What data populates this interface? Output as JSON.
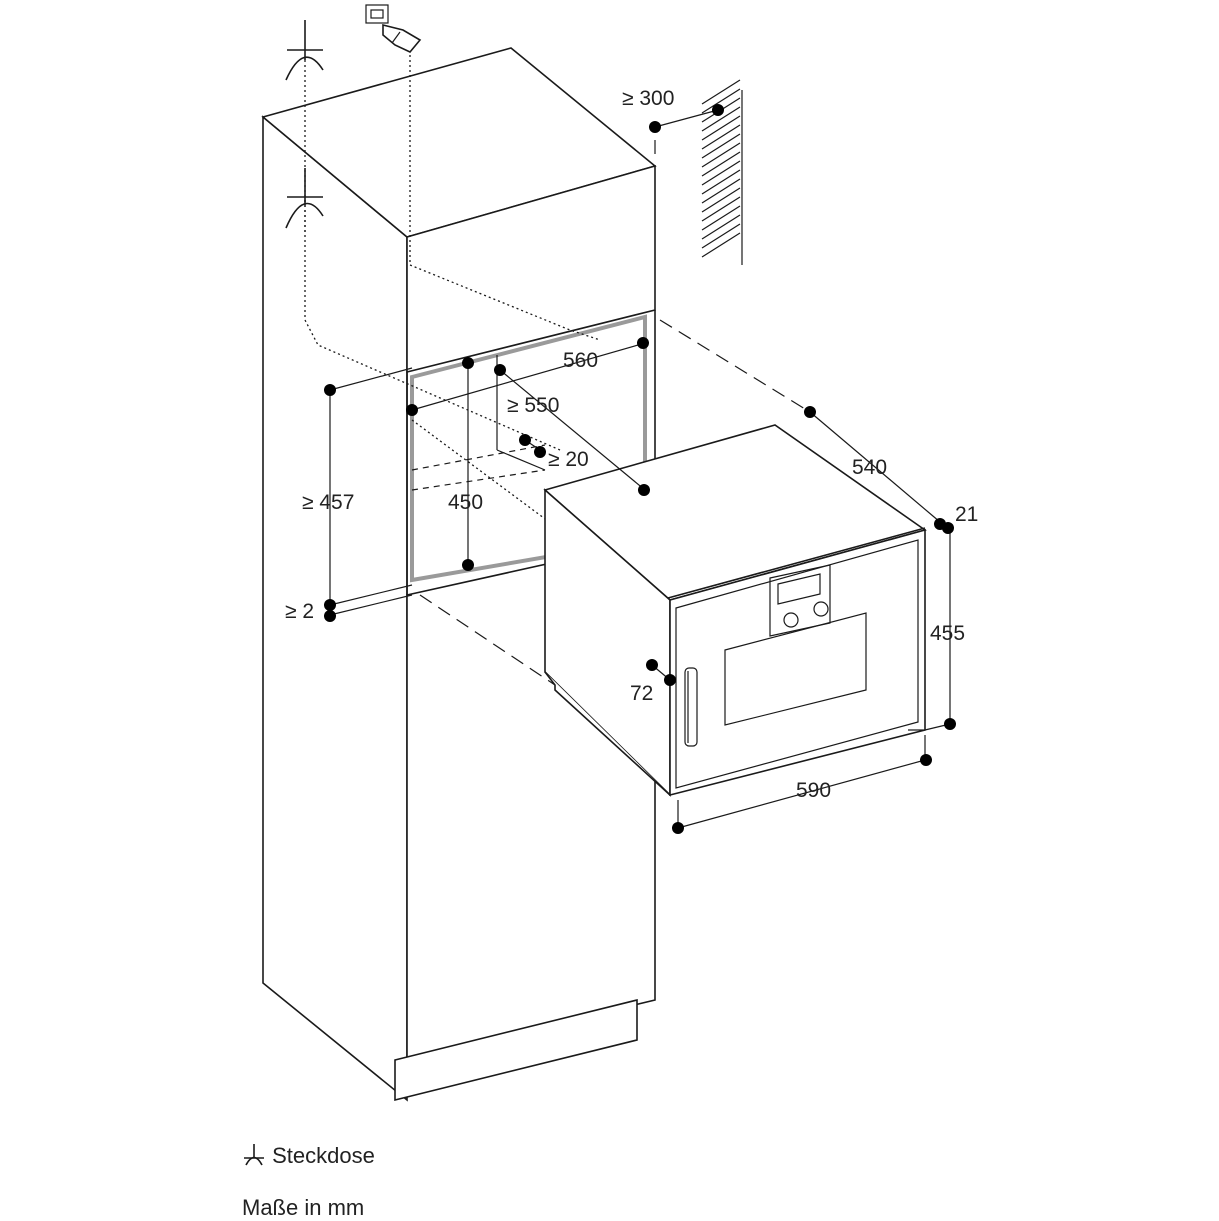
{
  "dimensions": {
    "gap_rear_wall": "≥ 300",
    "niche_width": "560",
    "niche_depth": "≥ 550",
    "ventilation_gap": "≥ 20",
    "niche_height": "≥ 457",
    "inner_height": "450",
    "bottom_gap": "≥ 2",
    "appliance_depth": "540",
    "front_thickness": "21",
    "appliance_height": "455",
    "handle_offset": "72",
    "appliance_width": "590"
  },
  "legend": {
    "socket_label": "Steckdose",
    "units_note": "Maße in mm"
  }
}
